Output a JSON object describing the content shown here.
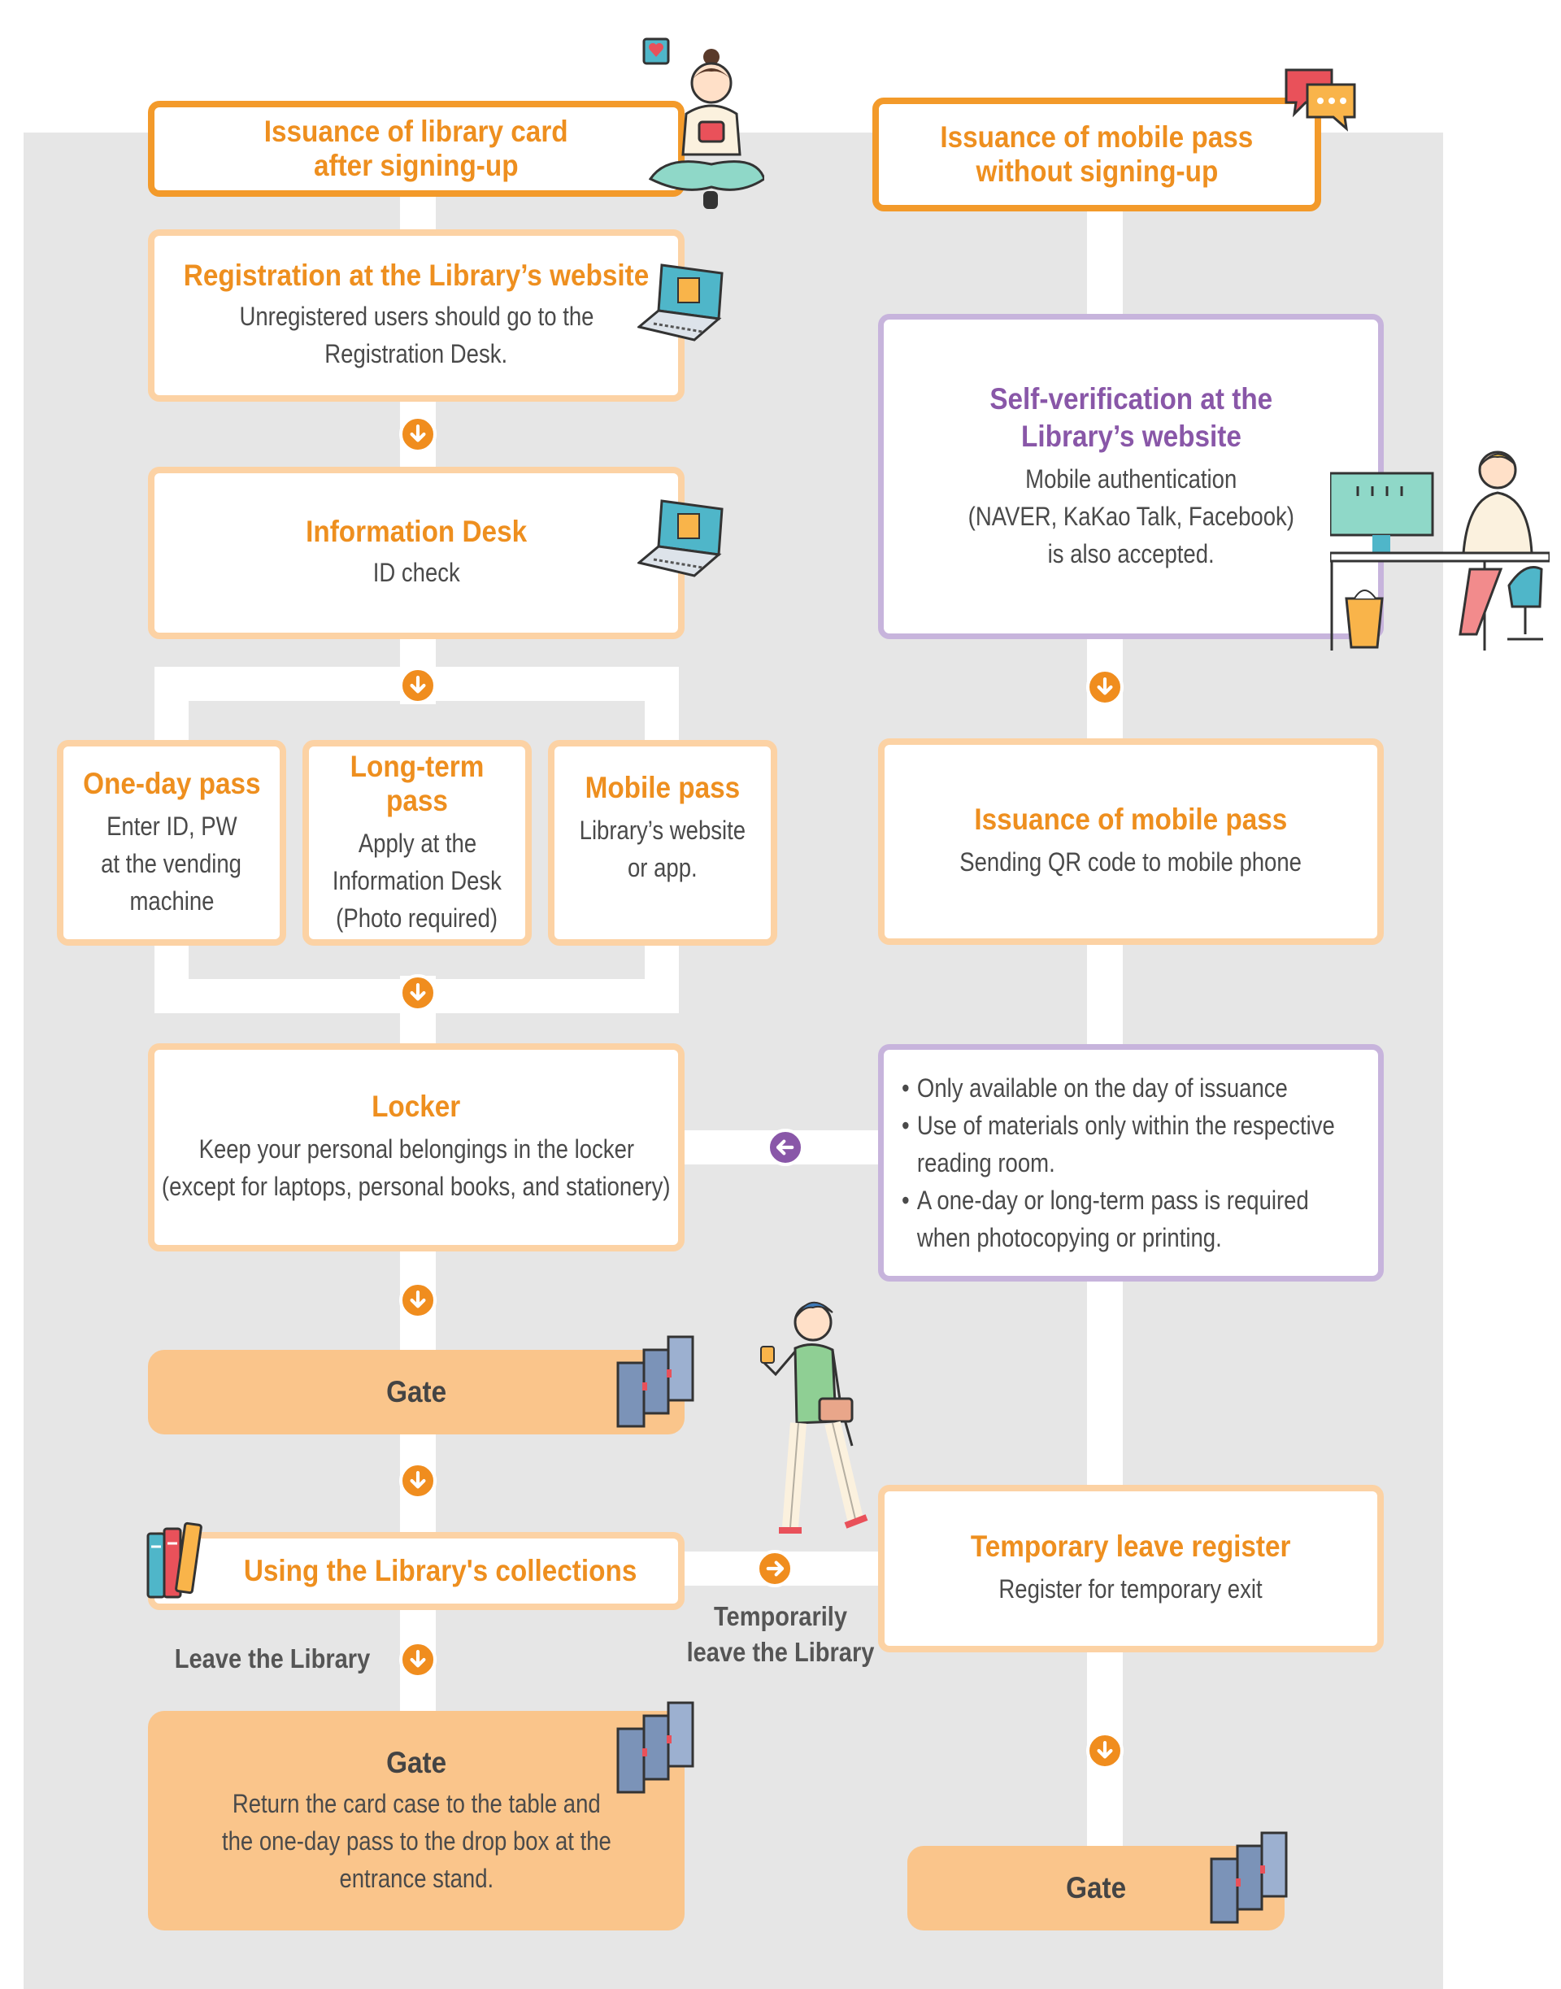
{
  "left": {
    "header": {
      "line1": "Issuance of library card",
      "line2": "after signing-up"
    },
    "registration": {
      "title": "Registration at the Library’s website",
      "line1": "Unregistered users should go to the",
      "line2": "Registration Desk."
    },
    "info_desk": {
      "title": "Information Desk",
      "text": "ID check"
    },
    "one_day": {
      "title": "One-day pass",
      "line1": "Enter ID, PW",
      "line2": "at the vending",
      "line3": "machine"
    },
    "long_term": {
      "title": "Long-term pass",
      "line1": "Apply at the",
      "line2": "Information Desk",
      "line3": "(Photo required)"
    },
    "mobile": {
      "title": "Mobile pass",
      "line1": "Library’s website",
      "line2": "or app."
    },
    "locker": {
      "title": "Locker",
      "line1": "Keep your personal belongings in the locker",
      "line2": "(except for laptops, personal books, and stationery)"
    },
    "gate1": {
      "title": "Gate"
    },
    "collections": {
      "title": "Using the Library's collections"
    },
    "leave_label": "Leave the Library",
    "gate2": {
      "title": "Gate",
      "line1": "Return the card case to the table and",
      "line2": "the one-day pass to the drop box at the",
      "line3": "entrance stand."
    }
  },
  "right": {
    "header": {
      "line1": "Issuance of mobile pass",
      "line2": "without signing-up"
    },
    "self_verification": {
      "title1": "Self-verification at the",
      "title2": "Library’s website",
      "line1": "Mobile authentication",
      "line2": "(NAVER, KaKao Talk, Facebook)",
      "line3": "is also accepted."
    },
    "issuance": {
      "title": "Issuance of mobile pass",
      "text": "Sending QR code to mobile phone"
    },
    "notes": {
      "b1": "Only available on the day of issuance",
      "b2a": "Use of materials only within the respective",
      "b2b": "reading room.",
      "b3a": "A one-day or long-term pass is required",
      "b3b": "when photocopying or printing."
    },
    "temp_leave": {
      "title": "Temporary leave register",
      "text": "Register for temporary exit"
    },
    "gate": {
      "title": "Gate"
    }
  },
  "temp_label": {
    "line1": "Temporarily",
    "line2": "leave the Library"
  },
  "colors": {
    "orange": "#f08d1e",
    "purple": "#8957a8",
    "light_orange": "#fcd2a4",
    "gate_fill": "#fac58b",
    "background": "#e6e6e6"
  }
}
